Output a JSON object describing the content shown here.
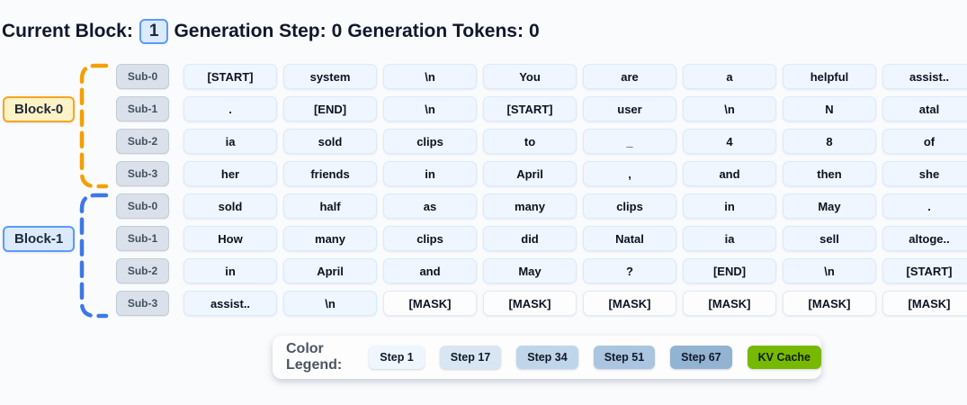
{
  "header": {
    "current_block_label": "Current Block:",
    "current_block_value": "1",
    "generation_step_label": "Generation Step:",
    "generation_step_value": "0",
    "generation_tokens_label": "Generation Tokens:",
    "generation_tokens_value": "0"
  },
  "tokens_config": {
    "mask_token": "[MASK]"
  },
  "blocks": [
    {
      "label": "Block-0",
      "bracket_color": "#F5A000",
      "label_style": "amber",
      "rows": [
        {
          "sub_label": "Sub-0",
          "tokens": [
            "[START]",
            "system",
            "\\n",
            "You",
            "are",
            "a",
            "helpful",
            "assist.."
          ]
        },
        {
          "sub_label": "Sub-1",
          "tokens": [
            ".",
            "[END]",
            "\\n",
            "[START]",
            "user",
            "\\n",
            "N",
            "atal"
          ]
        },
        {
          "sub_label": "Sub-2",
          "tokens": [
            "ia",
            "sold",
            "clips",
            "to",
            "_",
            "4",
            "8",
            "of"
          ]
        },
        {
          "sub_label": "Sub-3",
          "tokens": [
            "her",
            "friends",
            "in",
            "April",
            ",",
            "and",
            "then",
            "she"
          ]
        }
      ]
    },
    {
      "label": "Block-1",
      "bracket_color": "#3C78E7",
      "label_style": "blue",
      "rows": [
        {
          "sub_label": "Sub-0",
          "tokens": [
            "sold",
            "half",
            "as",
            "many",
            "clips",
            "in",
            "May",
            "."
          ]
        },
        {
          "sub_label": "Sub-1",
          "tokens": [
            "How",
            "many",
            "clips",
            "did",
            "Natal",
            "ia",
            "sell",
            "altoge.."
          ]
        },
        {
          "sub_label": "Sub-2",
          "tokens": [
            "in",
            "April",
            "and",
            "May",
            "?",
            "[END]",
            "\\n",
            "[START]"
          ]
        },
        {
          "sub_label": "Sub-3",
          "tokens": [
            "assist..",
            "\\n",
            "[MASK]",
            "[MASK]",
            "[MASK]",
            "[MASK]",
            "[MASK]",
            "[MASK]"
          ]
        }
      ]
    }
  ],
  "legend": {
    "title": "Color Legend:",
    "items": [
      {
        "label": "Step 1",
        "color": "#EFF6FF",
        "text_color": "#111827"
      },
      {
        "label": "Step 17",
        "color": "#D8E6F3",
        "text_color": "#111827"
      },
      {
        "label": "Step 34",
        "color": "#BFD5E9",
        "text_color": "#111827"
      },
      {
        "label": "Step 51",
        "color": "#A9C5DF",
        "text_color": "#111827"
      },
      {
        "label": "Step 67",
        "color": "#92B3D2",
        "text_color": "#111827"
      },
      {
        "label": "KV Cache",
        "color": "#76B900",
        "text_color": "#111C02"
      }
    ]
  }
}
